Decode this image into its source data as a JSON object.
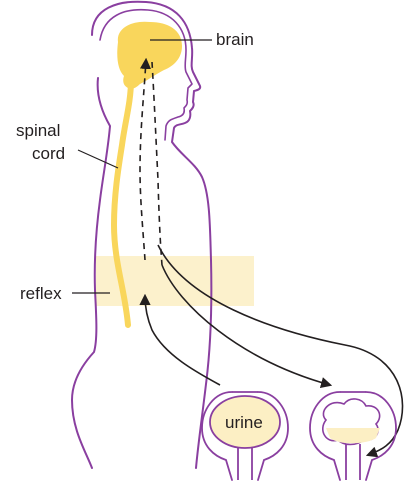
{
  "labels": {
    "brain": "brain",
    "spinal_line1": "spinal",
    "spinal_line2": "cord",
    "reflex": "reflex",
    "urine": "urine"
  },
  "colors": {
    "outline": "#8a3fa0",
    "nerve": "#f9d65c",
    "reflex_band": "#fcf1cc",
    "urine_fill": "#fcefc4",
    "arrow": "#231f20"
  }
}
